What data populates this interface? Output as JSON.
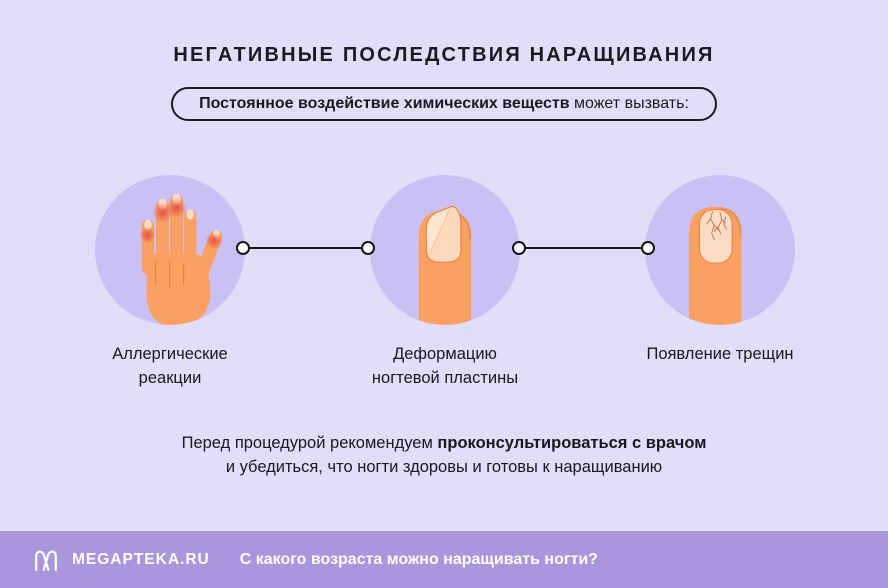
{
  "header": {
    "title": "НЕГАТИВНЫЕ ПОСЛЕДСТВИЯ НАРАЩИВАНИЯ"
  },
  "pill": {
    "bold_part": "Постоянное воздействие химических веществ",
    "normal_part": " может вызвать:"
  },
  "items": [
    {
      "icon": "hand-allergy-icon",
      "label_line1": "Аллергические",
      "label_line2": "реакции"
    },
    {
      "icon": "deformed-nail-icon",
      "label_line1": "Деформацию",
      "label_line2": "ногтевой пластины"
    },
    {
      "icon": "cracked-nail-icon",
      "label_line1": "Появление трещин",
      "label_line2": ""
    }
  ],
  "note": {
    "line1_normal": "Перед процедурой рекомендуем ",
    "line1_bold": "проконсультироваться с врачом",
    "line2": "и убедиться, что ногти здоровы и готовы к наращиванию"
  },
  "footer": {
    "brand": "MEGAPTEKA.RU",
    "question": "С какого возраста можно наращивать ногти?"
  },
  "colors": {
    "background": "#E2DDF9",
    "circle_fill": "#CBC0F3",
    "skin_orange": "#F9A062",
    "skin_shadow": "#E8874A",
    "nail_peach": "#FCDCC2",
    "nail_highlight": "#FDE6CF",
    "allergy_red": "#E14B41",
    "text_dark": "#1B1A20",
    "connector_black": "#141318",
    "footer_purple": "#A996DC",
    "footer_text": "#FFFFFF"
  }
}
